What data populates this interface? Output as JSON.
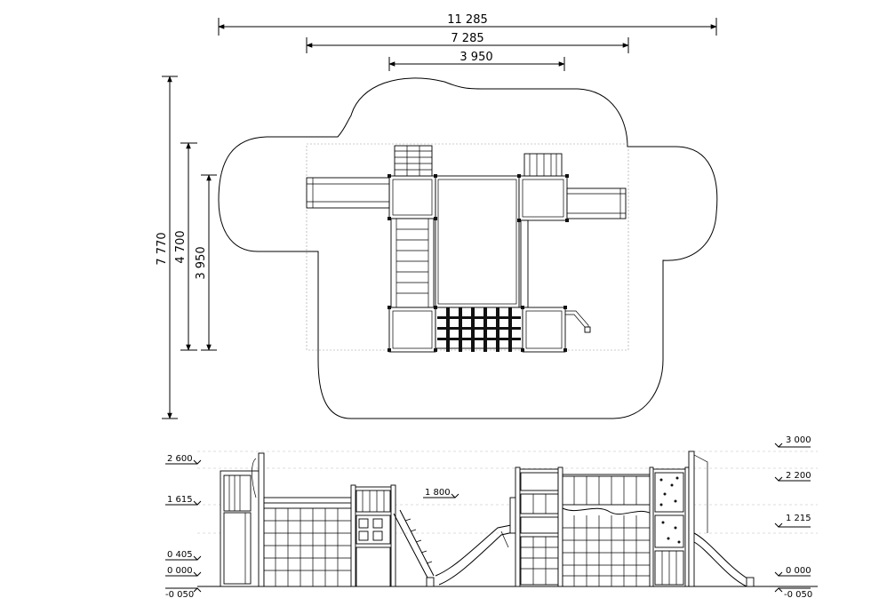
{
  "plan": {
    "dim_width_total": "11 285",
    "dim_width_mid": "7 285",
    "dim_width_inner": "3 950",
    "dim_height_total": "7 770",
    "dim_height_mid": "4 700",
    "dim_height_inner": "3 950"
  },
  "elevation_left": {
    "levels": [
      "2 600",
      "1 615",
      "0 405",
      "0 000",
      "-0 050"
    ],
    "slide_level": "1 800"
  },
  "elevation_right": {
    "levels": [
      "3 000",
      "2 200",
      "1 215",
      "0 000",
      "-0 050"
    ]
  }
}
